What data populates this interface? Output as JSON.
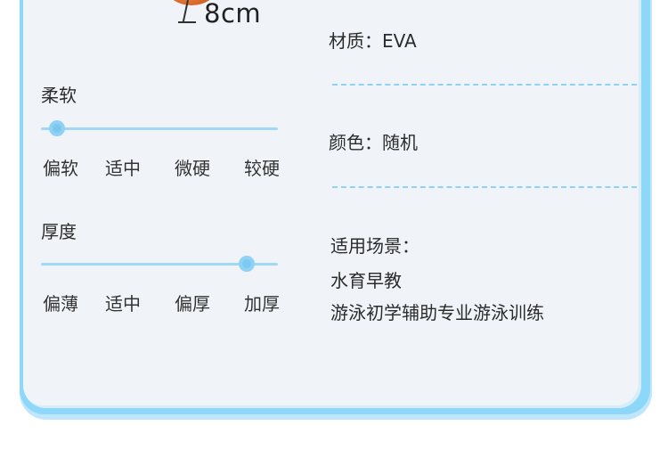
{
  "dimension": {
    "label": "8cm"
  },
  "softness": {
    "title": "柔软",
    "level": 0,
    "labels": [
      "偏软",
      "适中",
      "微硬",
      "较硬"
    ]
  },
  "thickness": {
    "title": "厚度",
    "level": 0.93,
    "labels": [
      "偏薄",
      "适中",
      "偏厚",
      "加厚"
    ]
  },
  "specs": {
    "material": "材质：EVA",
    "color": "颜色：随机",
    "usage_title": "适用场景：",
    "usage_lines": [
      "水育早教",
      "游泳初学辅助专业游泳训练"
    ]
  },
  "colors": {
    "accent": "#8dd7f8",
    "card": "#f0f4f8"
  }
}
